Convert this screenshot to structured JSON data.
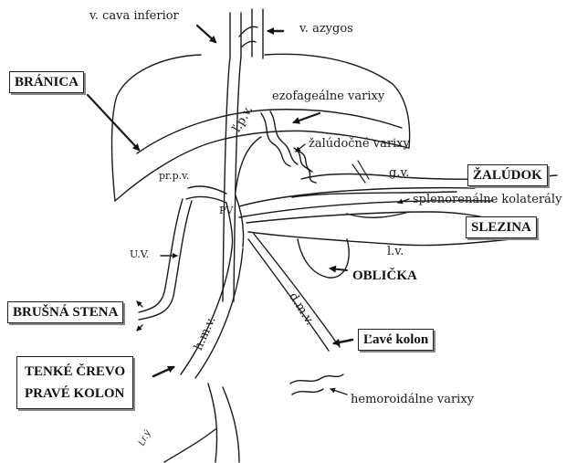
{
  "labels": {
    "v_cava_inferior": "v. cava inferior",
    "v_azygos": "v. azygos",
    "branica": "BRÁNICA",
    "ezofagealne_varixy": "ezofageálne varixy",
    "zaludocne_varixy": "žalúdočné varixy",
    "lpv": "ľ.p.v.",
    "prpv": "pr.p.v.",
    "gv": "g.v.",
    "zaludok": "ŽALÚDOK",
    "splenorenalne": "splenorenálne kolaterály",
    "pv": "PV",
    "slezina": "SLEZINA",
    "uv": "U.V.",
    "lv": "l.v.",
    "oblicka": "OBLIČKA",
    "brusna_stena": "BRUŠNÁ STENA",
    "dmv": "d.m.v.",
    "hmv": "h.m.v.",
    "lave_kolon": "Ľavé kolon",
    "tenke_crevo": "TENKÉ ČREVO",
    "prave_kolon": "PRAVÉ KOLON",
    "hemoroidalne": "hemoroidálne varixy",
    "handwritten": "Lr.ý"
  },
  "colors": {
    "ink": "#1a1a1a",
    "paper": "#ffffff",
    "box_shadow": "#888888"
  }
}
